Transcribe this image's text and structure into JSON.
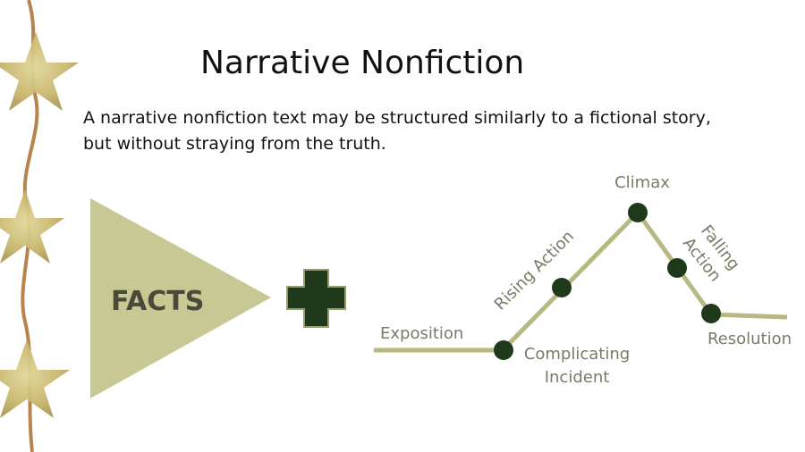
{
  "slide": {
    "title": "Narrative Nonfiction",
    "body_line1": "A narrative nonfiction text may be structured similarly to a fictional story,",
    "body_line2": "but without straying from the truth."
  },
  "facts": {
    "label": "FACTS"
  },
  "plot": {
    "labels": {
      "climax": "Climax",
      "rising_action": "Rising Action",
      "falling_line1": "Falling",
      "falling_line2": "Action",
      "exposition": "Exposition",
      "complicating_line1": "Complicating",
      "complicating_line2": "Incident",
      "resolution": "Resolution"
    }
  },
  "colors": {
    "olive_light": "#c8c894",
    "olive_line": "#b8b882",
    "dark_green": "#1f3a1a",
    "label_gray": "#7a7a66",
    "facts_text": "#4a4a3a",
    "gold_star": "#c9b870"
  },
  "icons": [
    "star-icon",
    "plus-icon",
    "facts-triangle"
  ]
}
